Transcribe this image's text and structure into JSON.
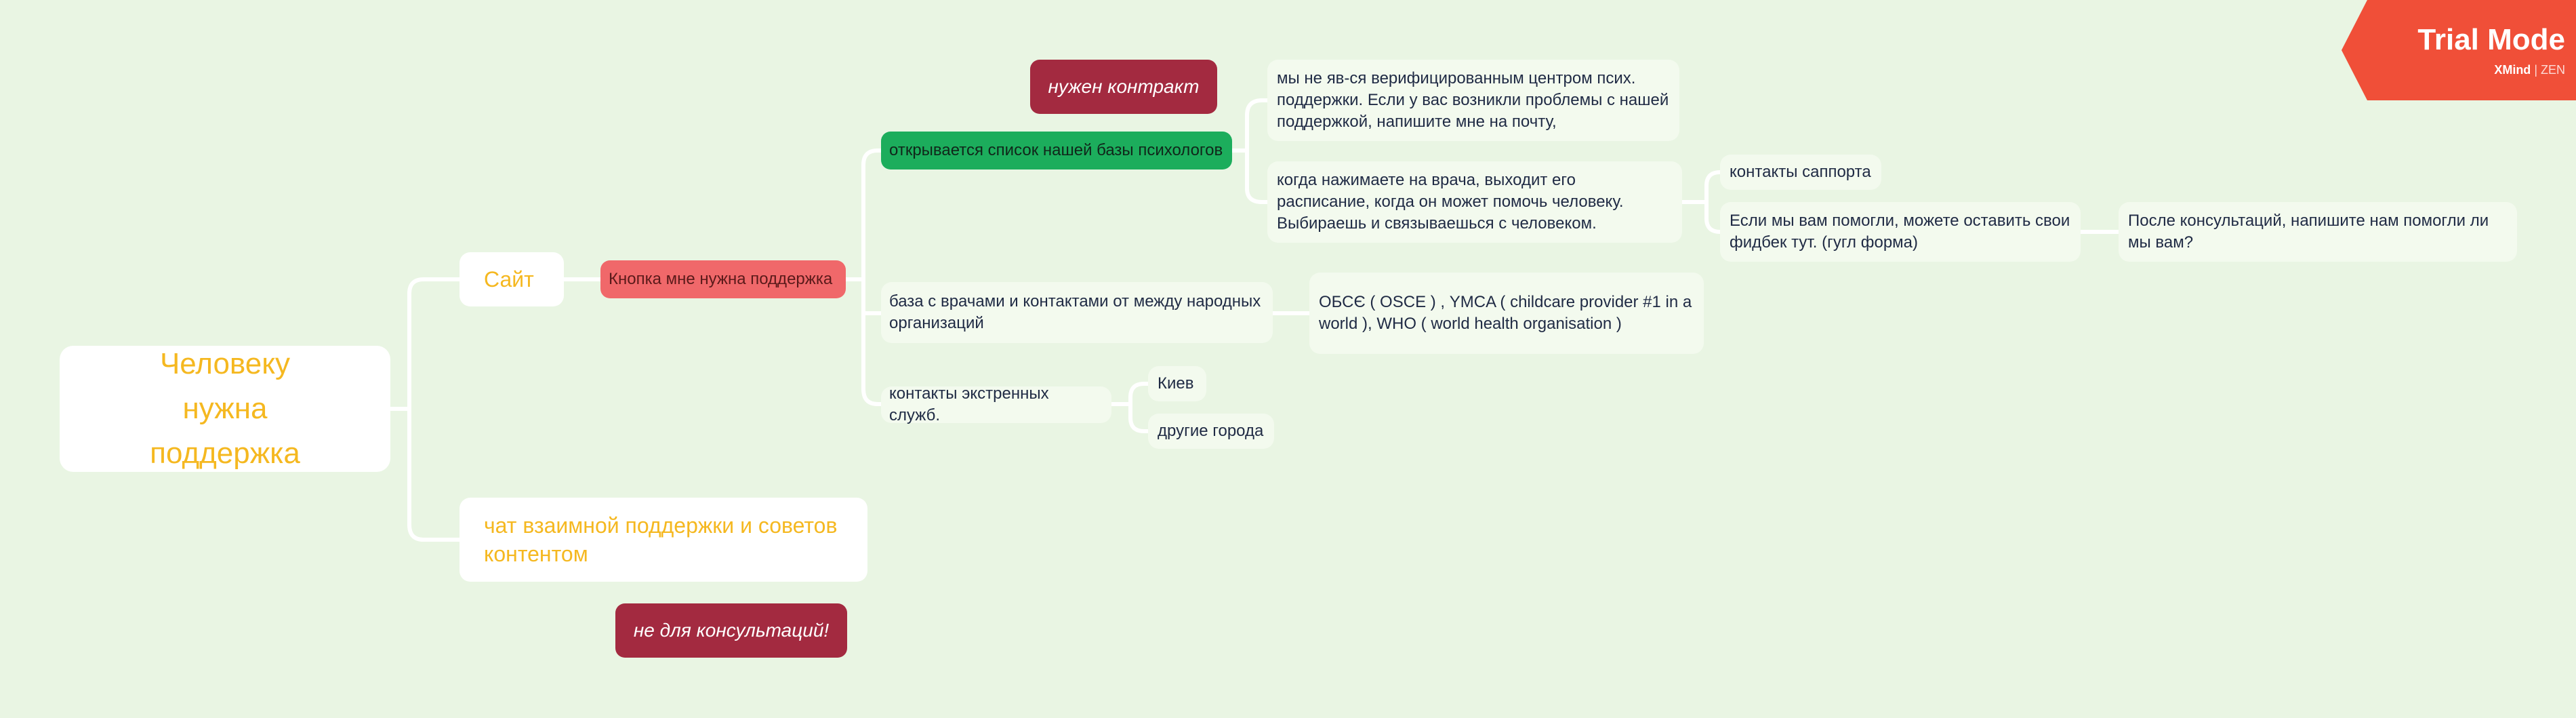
{
  "mindmap": {
    "root": {
      "label": "Человеку нужна поддержка"
    },
    "site": {
      "label": "Сайт"
    },
    "support_button": {
      "label": "Кнопка мне нужна поддержка"
    },
    "psych_list": {
      "label": "открывается список нашей базы психологов"
    },
    "contract_note": {
      "label": "нужен контракт"
    },
    "not_verified": {
      "label": "мы не яв-ся верифицированным центром псих. поддержки. Если у вас возникли проблемы с нашей поддержкой, напишите мне на почту,"
    },
    "doctor_schedule": {
      "label": "когда нажимаете на врача, выходит его расписание, когда он может помочь человеку. Выбираешь и связываешься с человеком."
    },
    "support_contacts": {
      "label": "контакты саппорта"
    },
    "feedback": {
      "label": "Если мы вам помогли, можете оставить свои фидбек тут. (гугл форма)"
    },
    "after_consult": {
      "label": "После консультаций, напишите нам помогли ли мы вам?"
    },
    "doctors_base": {
      "label": "база с врачами и контактами от между народных организаций"
    },
    "orgs": {
      "label": "ОБСЄ ( OSCE ) , YMCA ( childcare provider #1 in a world ), WHO ( world health organisation )"
    },
    "emergency": {
      "label": "контакты экстренных служб."
    },
    "kyiv": {
      "label": "Киев"
    },
    "other_cities": {
      "label": "другие города"
    },
    "chat": {
      "label": "чат взаимной поддержки и советов контентом"
    },
    "not_for_consult": {
      "label": "не для консультаций!"
    }
  },
  "watermark": {
    "title": "Trial Mode",
    "brand": "XMind",
    "edition": "ZEN"
  },
  "colors": {
    "background": "#e9f5e3",
    "connector": "#ffffff",
    "accent_text": "#f5b820",
    "button_red": "#f0686a",
    "note_maroon": "#a32a40",
    "highlight_green": "#1cad5c",
    "watermark": "#f04f38"
  }
}
